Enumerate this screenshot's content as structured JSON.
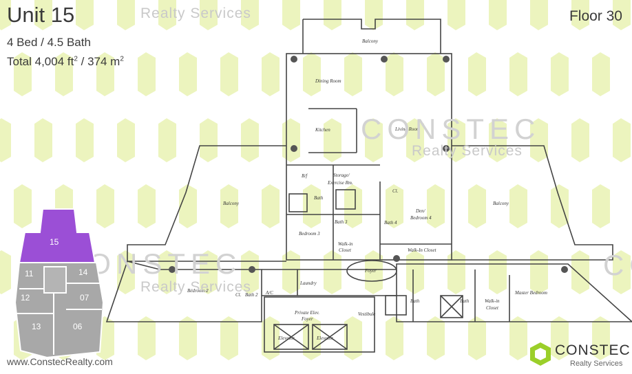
{
  "unit": {
    "title": "Unit 15",
    "beds_baths": "4 Bed / 4.5 Bath",
    "area_prefix": "Total 4,004 ft",
    "area_mid": " / 374 m",
    "sup": "2",
    "floor": "Floor 30"
  },
  "watermark": {
    "realty": "Realty Services",
    "constec": "CONSTEC"
  },
  "rooms": {
    "balcony": "Balcony",
    "dining": "Dining Room",
    "kitchen": "Kitchen",
    "living": "Living Room",
    "bf": "B/f",
    "storage": "Storage/",
    "exercise": "Exercise Rm.",
    "bath": "Bath",
    "bath2": "Bath 2",
    "bath3": "Bath 3",
    "bath4": "Bath 4",
    "cl": "Cl.",
    "den": "Den/",
    "bedroom4": "Bedroom 4",
    "bedroom3": "Bedroom 3",
    "walk_in": "Walk-in",
    "closet": "Closet",
    "walk_in_closet": "Walk-In Closet",
    "foyer": "Foyer",
    "laundry": "Laundry",
    "ac": "A/C",
    "bedroom2": "Bedroom 2",
    "master": "Master Bedroom",
    "private_elev": "Private Elev.",
    "vestibule": "Vestibule",
    "elevator": "Elevator"
  },
  "key_plan": {
    "units": [
      "15",
      "11",
      "14",
      "12",
      "07",
      "13",
      "06"
    ],
    "highlight_color": "#9b4fd6",
    "base_color": "#a8a8a8"
  },
  "footer": {
    "website": "www.ConstecRealty.com",
    "logo_name": "CONSTEC",
    "logo_sub": "Realty Services"
  },
  "colors": {
    "watermark_green": "#e6f0a8",
    "text": "#3a3a3a"
  }
}
